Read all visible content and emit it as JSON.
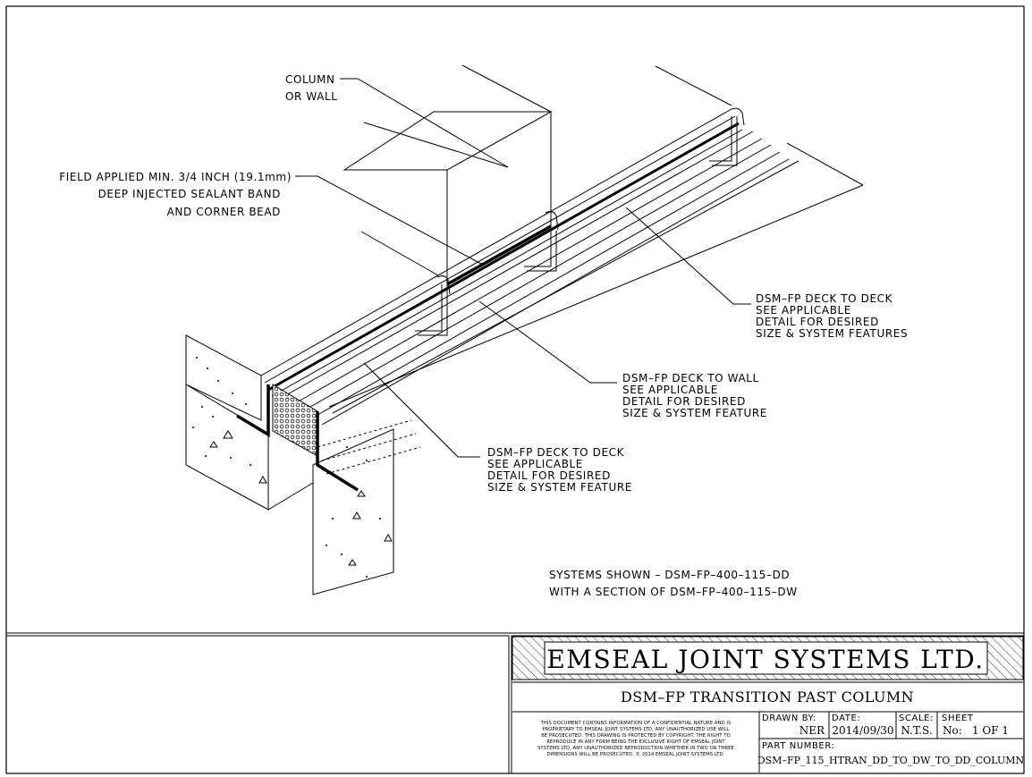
{
  "callouts": {
    "column_l1": "COLUMN",
    "column_l2": "OR WALL",
    "sealant_l1": "FIELD APPLIED MIN. 3/4 INCH (19.1mm)",
    "sealant_l2": "DEEP INJECTED SEALANT BAND",
    "sealant_l3": "AND CORNER BEAD",
    "dd_right_l1": "DSM–FP DECK TO DECK",
    "dd_right_l2": "SEE APPLICABLE",
    "dd_right_l3": "DETAIL FOR DESIRED",
    "dd_right_l4": "SIZE & SYSTEM FEATURES",
    "dw_l1": "DSM–FP DECK TO WALL",
    "dw_l2": "SEE APPLICABLE",
    "dw_l3": "DETAIL FOR DESIRED",
    "dw_l4": "SIZE & SYSTEM FEATURE",
    "dd_left_l1": "DSM–FP DECK TO DECK",
    "dd_left_l2": "SEE APPLICABLE",
    "dd_left_l3": "DETAIL FOR DESIRED",
    "dd_left_l4": "SIZE & SYSTEM FEATURE",
    "systems_l1": "SYSTEMS SHOWN – DSM–FP–400–115–DD",
    "systems_l2": "WITH A SECTION OF DSM–FP–400–115–DW"
  },
  "title_block": {
    "company": "EMSEAL JOINT SYSTEMS LTD.",
    "drawing_title": "DSM–FP TRANSITION PAST COLUMN",
    "disclaimer_lines": [
      "THIS DOCUMENT CONTAINS INFORMATION OF A CONFIDENTIAL NATURE AND IS",
      "PROPRIETARY TO EMSEAL JOINT SYSTEMS LTD. ANY UNAUTHORIZED USE WILL",
      "BE PROSECUTED. THIS DRAWING IS PROTECTED BY COPYRIGHT. THE RIGHT TO",
      "REPRODUCE IN ANY FORM BEING THE EXCLUSIVE RIGHT OF EMSEAL JOINT",
      "SYSTEMS LTD. ANY UNAUTHORIZED REPRODUCTION WHETHER IN TWO OR THREE",
      "DIMENSIONS WILL BE PROSECUTED. © 2014 EMSEAL JOINT SYSTEMS LTD."
    ],
    "drawn_by_label": "DRAWN BY:",
    "drawn_by": "NER",
    "date_label": "DATE:",
    "date": "2014/09/30",
    "scale_label": "SCALE:",
    "scale": "N.T.S.",
    "sheet_label": "SHEET",
    "sheet_no_label": "No:",
    "sheet_value": "1 OF 1",
    "part_number_label": "PART NUMBER:",
    "part_number": "DSM–FP_115_HTRAN_DD_TO_DW_TO_DD_COLUMN"
  }
}
